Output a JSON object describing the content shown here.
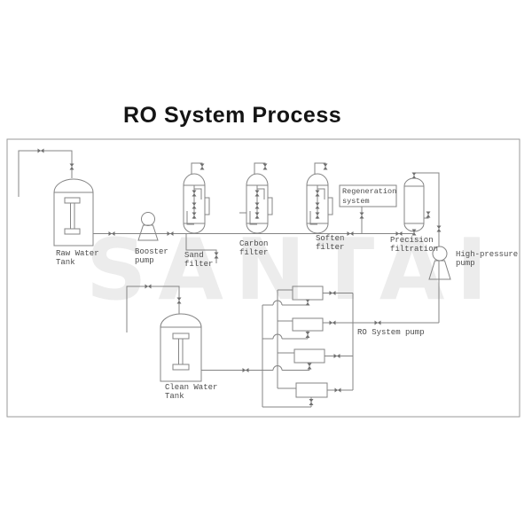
{
  "title": "RO System Process",
  "watermark": "SANTAI",
  "colors": {
    "line": "#848484",
    "border": "#9a9a9a",
    "label": "#4c4c4c",
    "title": "#141414",
    "watermark": "#ececec"
  },
  "labels": {
    "raw_water_tank": "Raw Water\nTank",
    "booster_pump": "Booster\npump",
    "sand_filter": "Sand\nfilter",
    "carbon_filter": "Carbon\nfilter",
    "soften_filter": "Soften\nfilter",
    "regeneration_system": "Regeneration\nsystem",
    "precision_filtration": "Precision\nfiltration",
    "high_pressure_pump": "High-pressure\npump",
    "ro_system_pump": "RO System pump",
    "clean_water_tank": "Clean Water\nTank"
  }
}
